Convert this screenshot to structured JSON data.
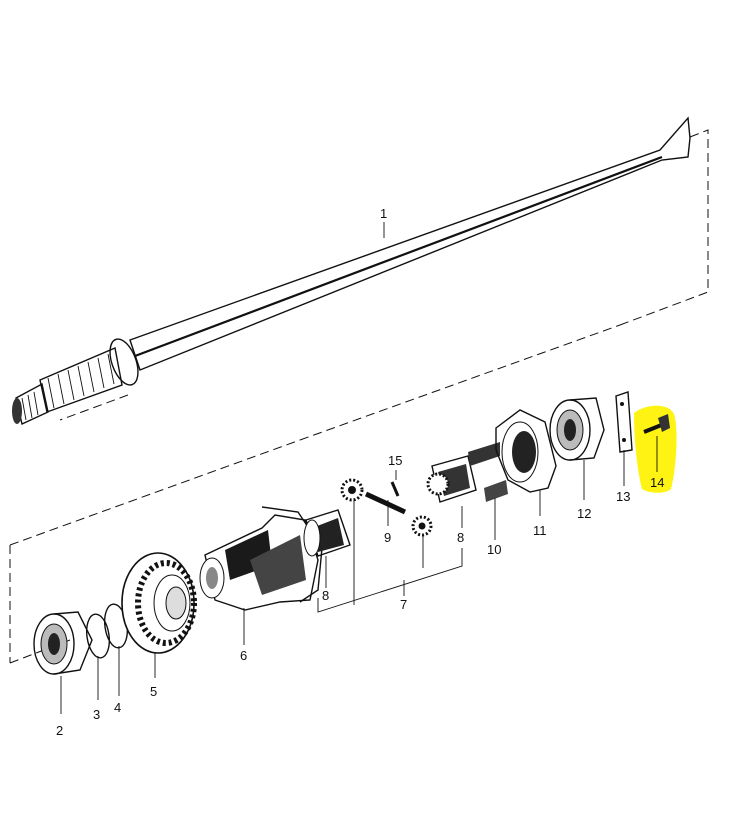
{
  "diagram": {
    "part_labels": [
      {
        "id": "1",
        "text": "1"
      },
      {
        "id": "2",
        "text": "2"
      },
      {
        "id": "3",
        "text": "3"
      },
      {
        "id": "4",
        "text": "4"
      },
      {
        "id": "5",
        "text": "5"
      },
      {
        "id": "6",
        "text": "6"
      },
      {
        "id": "7",
        "text": "7"
      },
      {
        "id": "8a",
        "text": "8"
      },
      {
        "id": "8b",
        "text": "8"
      },
      {
        "id": "9",
        "text": "9"
      },
      {
        "id": "10",
        "text": "10"
      },
      {
        "id": "11",
        "text": "11"
      },
      {
        "id": "12",
        "text": "12"
      },
      {
        "id": "13",
        "text": "13"
      },
      {
        "id": "14",
        "text": "14"
      },
      {
        "id": "15",
        "text": "15"
      }
    ],
    "highlighted_part": "14",
    "colors": {
      "ink": "#111111",
      "highlight": "#fff200",
      "background": "#ffffff"
    }
  }
}
